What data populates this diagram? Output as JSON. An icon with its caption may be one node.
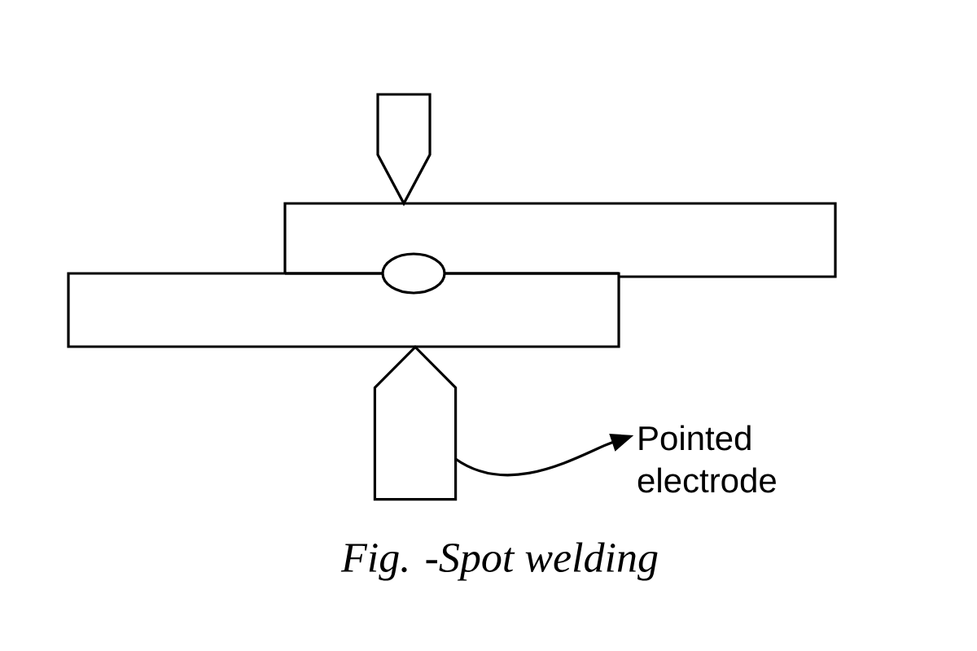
{
  "diagram": {
    "caption": "Fig. -Spot welding",
    "nodes": [
      {
        "text": [
          "Pointed electrode"
        ]
      },
      {
        "text": [],
        "shape": "pentagon"
      }
    ],
    "edges": [
      {
        "from": 1,
        "to": 0,
        "arrow": "to"
      }
    ]
  }
}
